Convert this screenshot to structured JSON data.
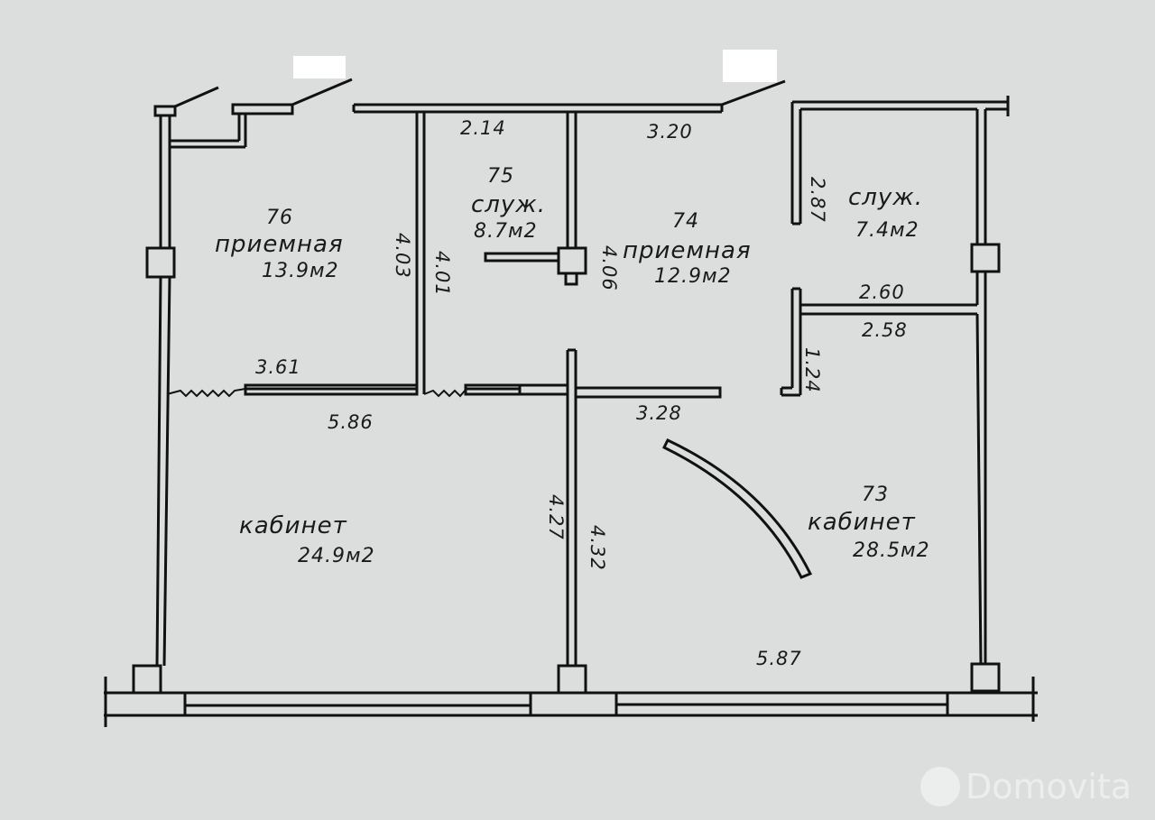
{
  "plan": {
    "rooms": [
      {
        "id": "76",
        "number": "76",
        "name": "приемная",
        "area": "13.9м2"
      },
      {
        "id": "75",
        "number": "75",
        "name": "служ.",
        "area": "8.7м2"
      },
      {
        "id": "74",
        "number": "74",
        "name": "приемная",
        "area": "12.9м2"
      },
      {
        "id": "sluzh",
        "number": "",
        "name": "служ.",
        "area": "7.4м2"
      },
      {
        "id": "kab-left",
        "number": "",
        "name": "кабинет",
        "area": "24.9м2"
      },
      {
        "id": "73",
        "number": "73",
        "name": "кабинет",
        "area": "28.5м2"
      }
    ],
    "dimensions": {
      "d_214": "2.14",
      "d_320": "3.20",
      "d_403": "4.03",
      "d_401": "4.01",
      "d_406": "4.06",
      "d_287": "2.87",
      "d_260": "2.60",
      "d_258": "2.58",
      "d_124": "1.24",
      "d_361": "3.61",
      "d_586": "5.86",
      "d_328": "3.28",
      "d_427": "4.27",
      "d_432": "4.32",
      "d_587": "5.87"
    }
  },
  "watermark": {
    "text": "Domovita"
  },
  "colors": {
    "background": "#dcdedd",
    "ink": "#1a1a1a",
    "watermark": "#eef0ef"
  }
}
